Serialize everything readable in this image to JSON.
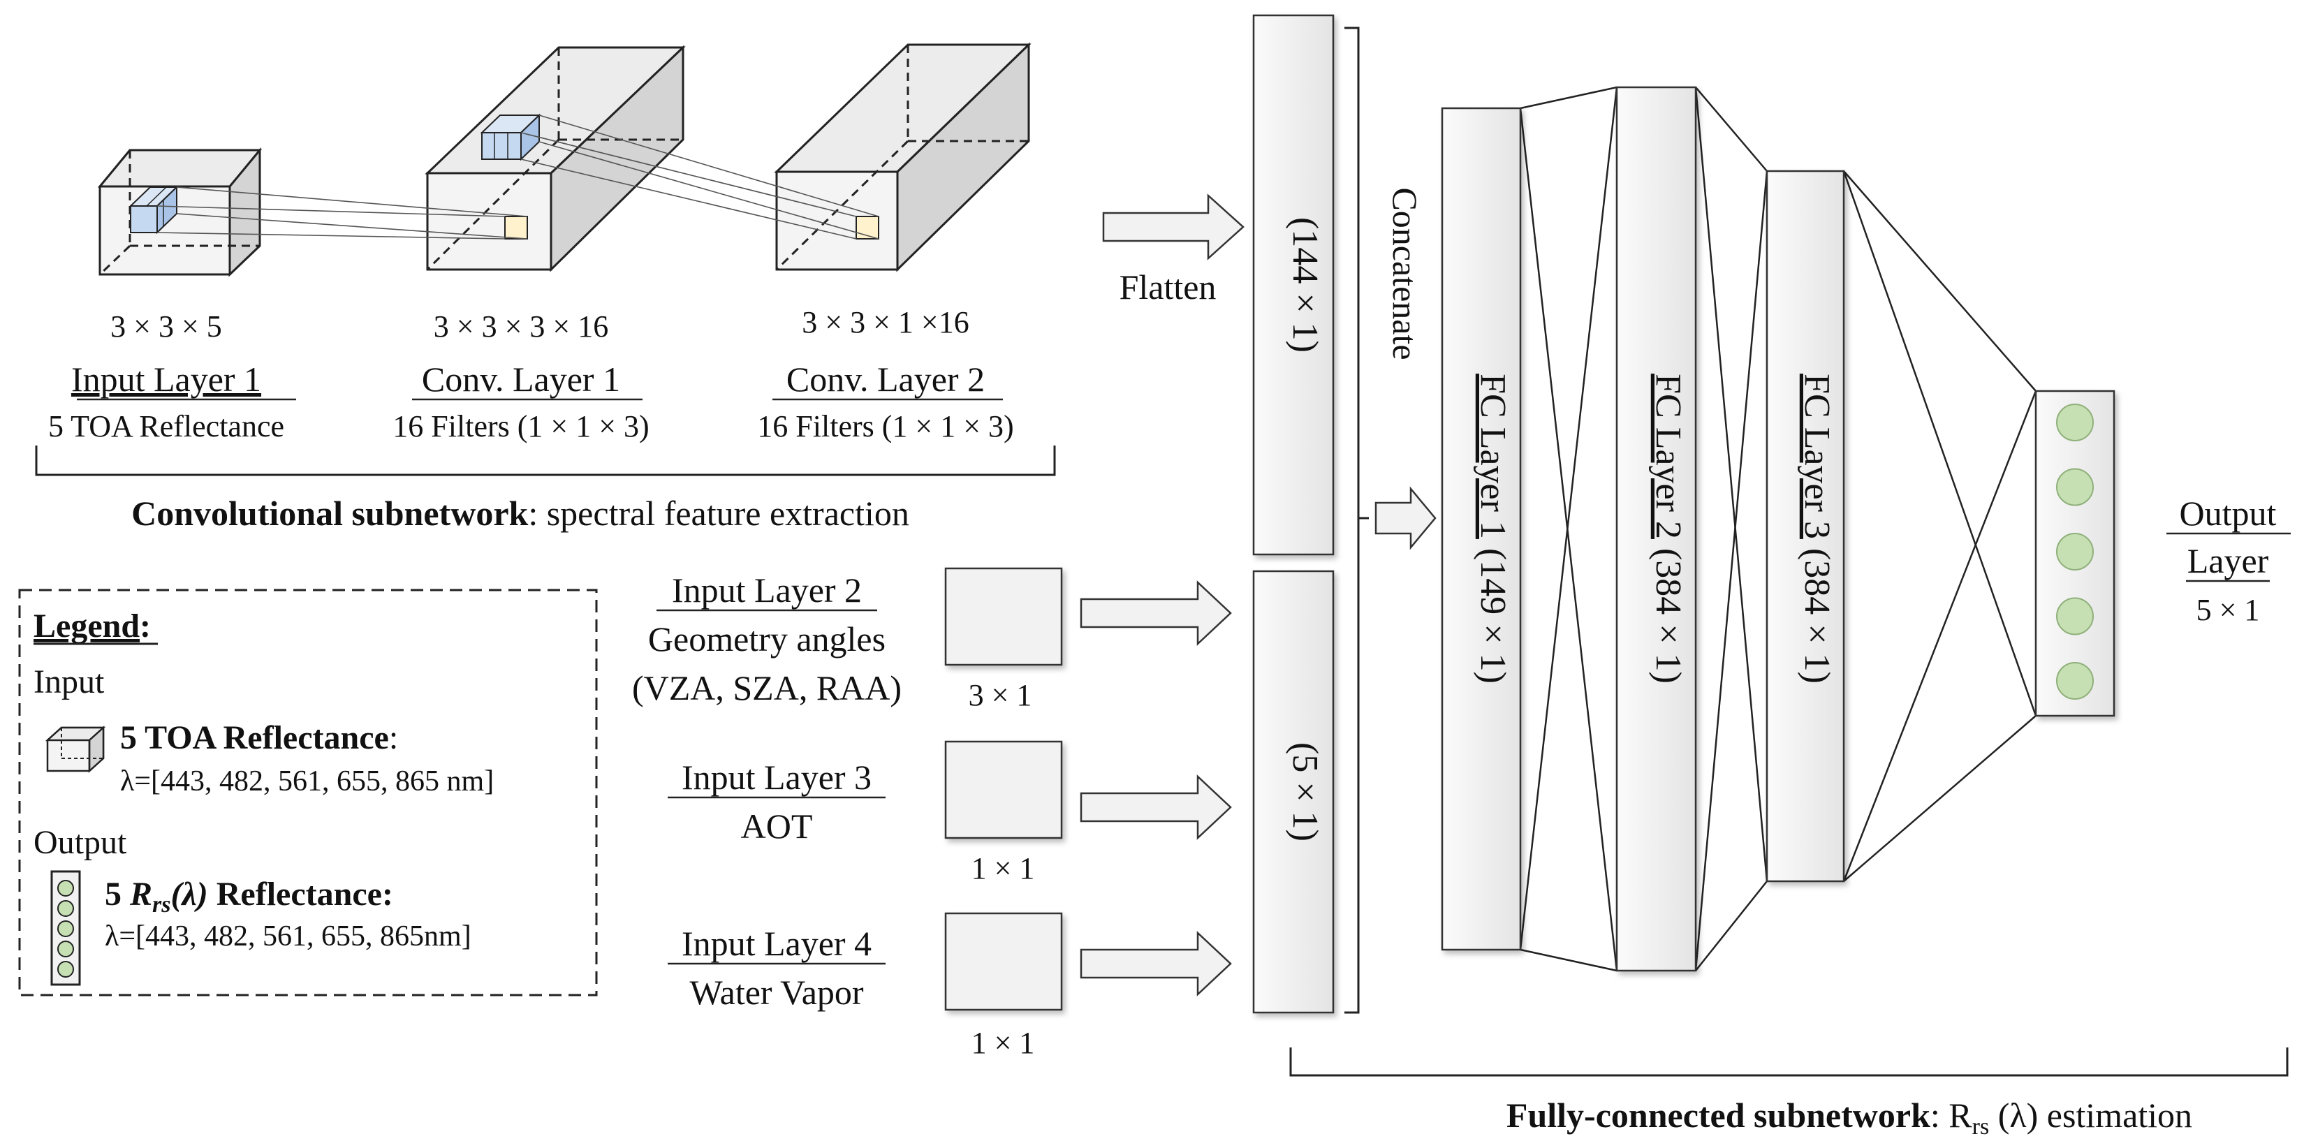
{
  "conv_subnet": {
    "input_layer1": {
      "dims": "3 × 3 × 5",
      "title": "Input Layer 1",
      "desc": "5 TOA Reflectance"
    },
    "conv_layer1": {
      "dims": "3 × 3 × 3 × 16",
      "title": "Conv. Layer 1",
      "desc": "16 Filters (1 × 1 × 3)"
    },
    "conv_layer2": {
      "dims": "3 × 3 × 1 ×16",
      "title": "Conv. Layer 2",
      "desc": "16 Filters (1 × 1 × 3)"
    },
    "caption_bold": "Convolutional subnetwork",
    "caption_rest": ": spectral feature extraction"
  },
  "flatten": {
    "label": "Flatten",
    "vector": "(144 × 1)"
  },
  "concatenate": {
    "label": "Concatenate"
  },
  "aux_vector": "(5 × 1)",
  "aux_inputs": [
    {
      "title": "Input Layer 2",
      "line2": "Geometry angles",
      "line3": "(VZA, SZA, RAA)",
      "dims": "3 × 1"
    },
    {
      "title": "Input Layer 3",
      "line2": "AOT",
      "dims": "1 × 1"
    },
    {
      "title": "Input Layer 4",
      "line2": "Water Vapor",
      "dims": "1 × 1"
    }
  ],
  "fc_layers": [
    {
      "title": "FC Layer 1",
      "dims": "(149 × 1)"
    },
    {
      "title": "FC Layer 2",
      "dims": "(384 × 1)"
    },
    {
      "title": "FC Layer 3",
      "dims": "(384 × 1)"
    }
  ],
  "output_layer": {
    "title_line1": "Output",
    "title_line2": "Layer",
    "dims": "5 × 1",
    "node_count": 5
  },
  "fc_caption": {
    "bold": "Fully-connected subnetwork",
    "rest": ": R",
    "sub": "rs",
    "tail": " (λ) estimation"
  },
  "legend": {
    "title": "Legend",
    "colon": ":",
    "input_heading": "Input",
    "input_name": "5 TOA Reflectance",
    "input_colon": ":",
    "input_wavelengths": "λ=[443, 482, 561, 655, 865 nm]",
    "output_heading": "Output",
    "output_name_prefix": "5 ",
    "output_name_symbol": "R",
    "output_name_sub": "rs",
    "output_name_arg": "(λ)",
    "output_name_suffix": " Reflectance:",
    "output_wavelengths": "λ=[443, 482, 561, 655, 865nm]"
  },
  "colors": {
    "cube_face": "#f2f2f2",
    "cube_side": "#d9d9d9",
    "cube_top": "#e8e8e8",
    "kernel_blue": "#c5d9f1",
    "kernel_yellow": "#fff2cc",
    "node_green": "#c6e0b4",
    "box_fill": "#f2f2f2",
    "line": "#222222"
  }
}
